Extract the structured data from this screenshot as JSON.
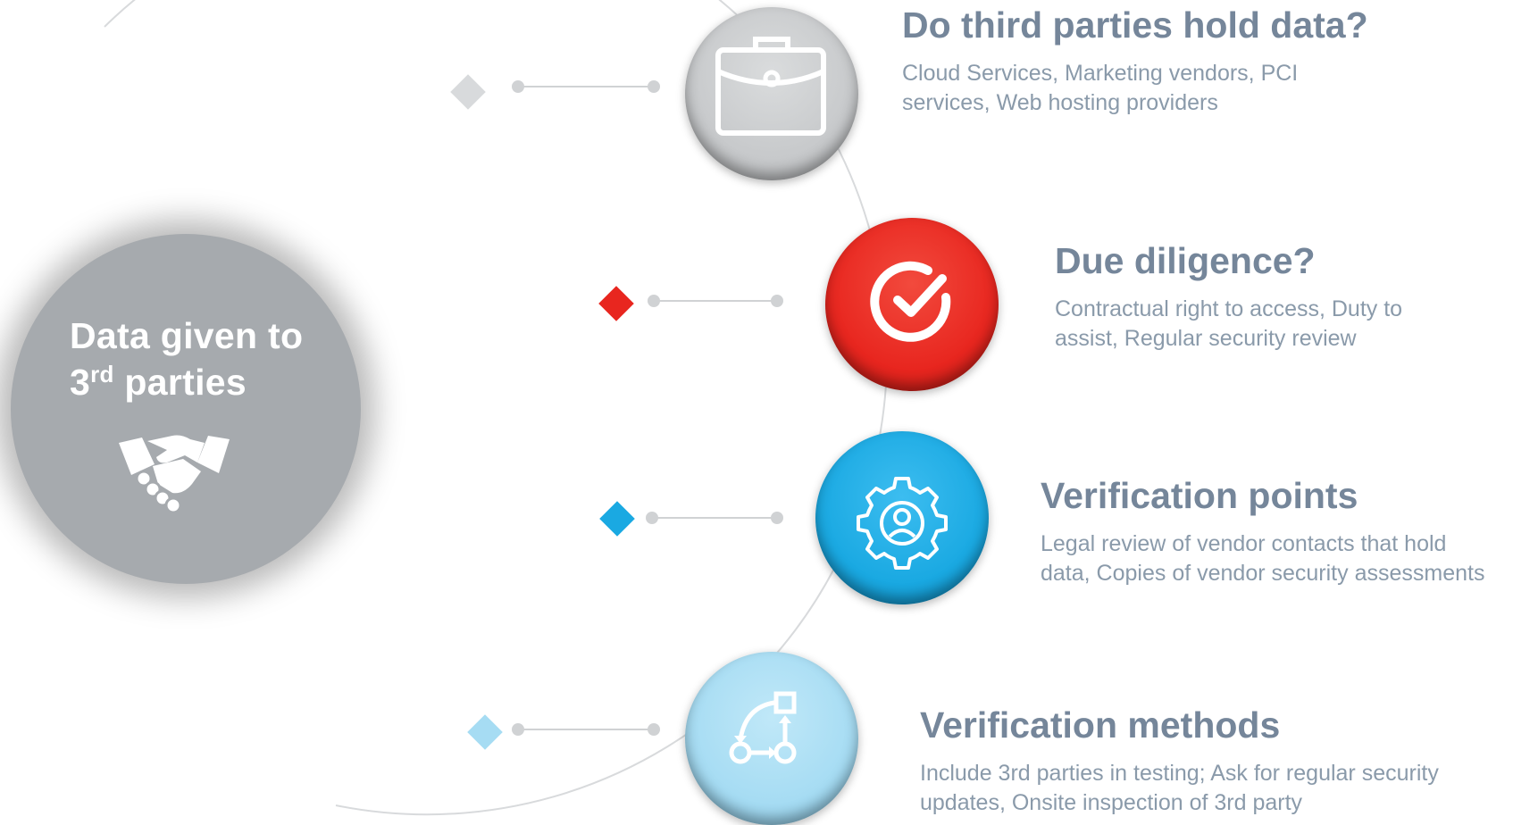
{
  "hub": {
    "title_line1": "Data given to",
    "title_line2_number": "3",
    "title_line2_sup": "rd",
    "title_line2_rest": " parties",
    "icon": "handshake-icon",
    "color": "#a6aaae"
  },
  "items": [
    {
      "title": "Do third parties hold data?",
      "desc_line1": "Cloud Services, Marketing vendors, PCI",
      "desc_line2": "services, Web hosting providers",
      "icon": "briefcase-icon",
      "color": "#c7c9cb"
    },
    {
      "title": "Due diligence?",
      "desc_line1": "Contractual right to access, Duty to",
      "desc_line2": "assist, Regular security review",
      "icon": "checkmark-circle-icon",
      "color": "#e8261f"
    },
    {
      "title": "Verification points",
      "desc_line1": "Legal review of vendor contacts that hold",
      "desc_line2": "data, Copies of vendor security assessments",
      "icon": "gear-user-icon",
      "color": "#1aa9e2"
    },
    {
      "title": "Verification methods",
      "desc_line1": "Include 3rd parties in testing; Ask for regular security",
      "desc_line2": "updates, Onsite inspection of 3rd party",
      "icon": "workflow-icon",
      "color": "#a6dcf3"
    }
  ],
  "colors": {
    "title": "#75869a",
    "text": "#8a9aaa",
    "arc": "#d8dadc",
    "connector": "#d0d2d4"
  }
}
